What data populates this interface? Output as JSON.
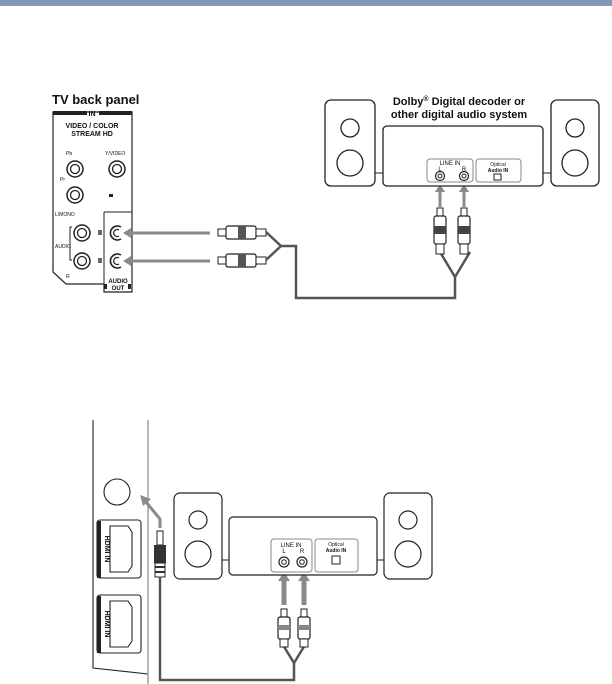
{
  "header": {
    "bar_color": "#7f99b3"
  },
  "diagram_top": {
    "tv_panel": {
      "title": "TV back panel",
      "in_label": "IN",
      "section_label_1": "VIDEO / COLOR",
      "section_label_2": "STREAM HD",
      "pb_label": "Pb",
      "pr_label": "Pr",
      "video_label": "Y/VIDEO",
      "lmono_label": "L/MONO",
      "audio_label": "AUDIO",
      "r_label": "R",
      "audio_out_1": "AUDIO",
      "audio_out_2": "OUT"
    },
    "audio_system": {
      "title_1": "Dolby",
      "title_reg": "®",
      "title_2": " Digital decoder or",
      "title_3": "other digital audio system",
      "line_in": "LINE IN",
      "l": "L",
      "r": "R",
      "optical_1": "Optical",
      "optical_2": "Audio IN"
    }
  },
  "diagram_bottom": {
    "tv_side": {
      "hdmi_1": "HDMI IN",
      "hdmi_2": "HDMI IN"
    },
    "audio_system": {
      "line_in": "LINE IN",
      "l": "L",
      "r": "R",
      "optical_1": "Optical",
      "optical_2": "Audio IN"
    }
  },
  "colors": {
    "cable": "#555555",
    "arrow": "#8a8a8a",
    "outline": "#222222"
  }
}
